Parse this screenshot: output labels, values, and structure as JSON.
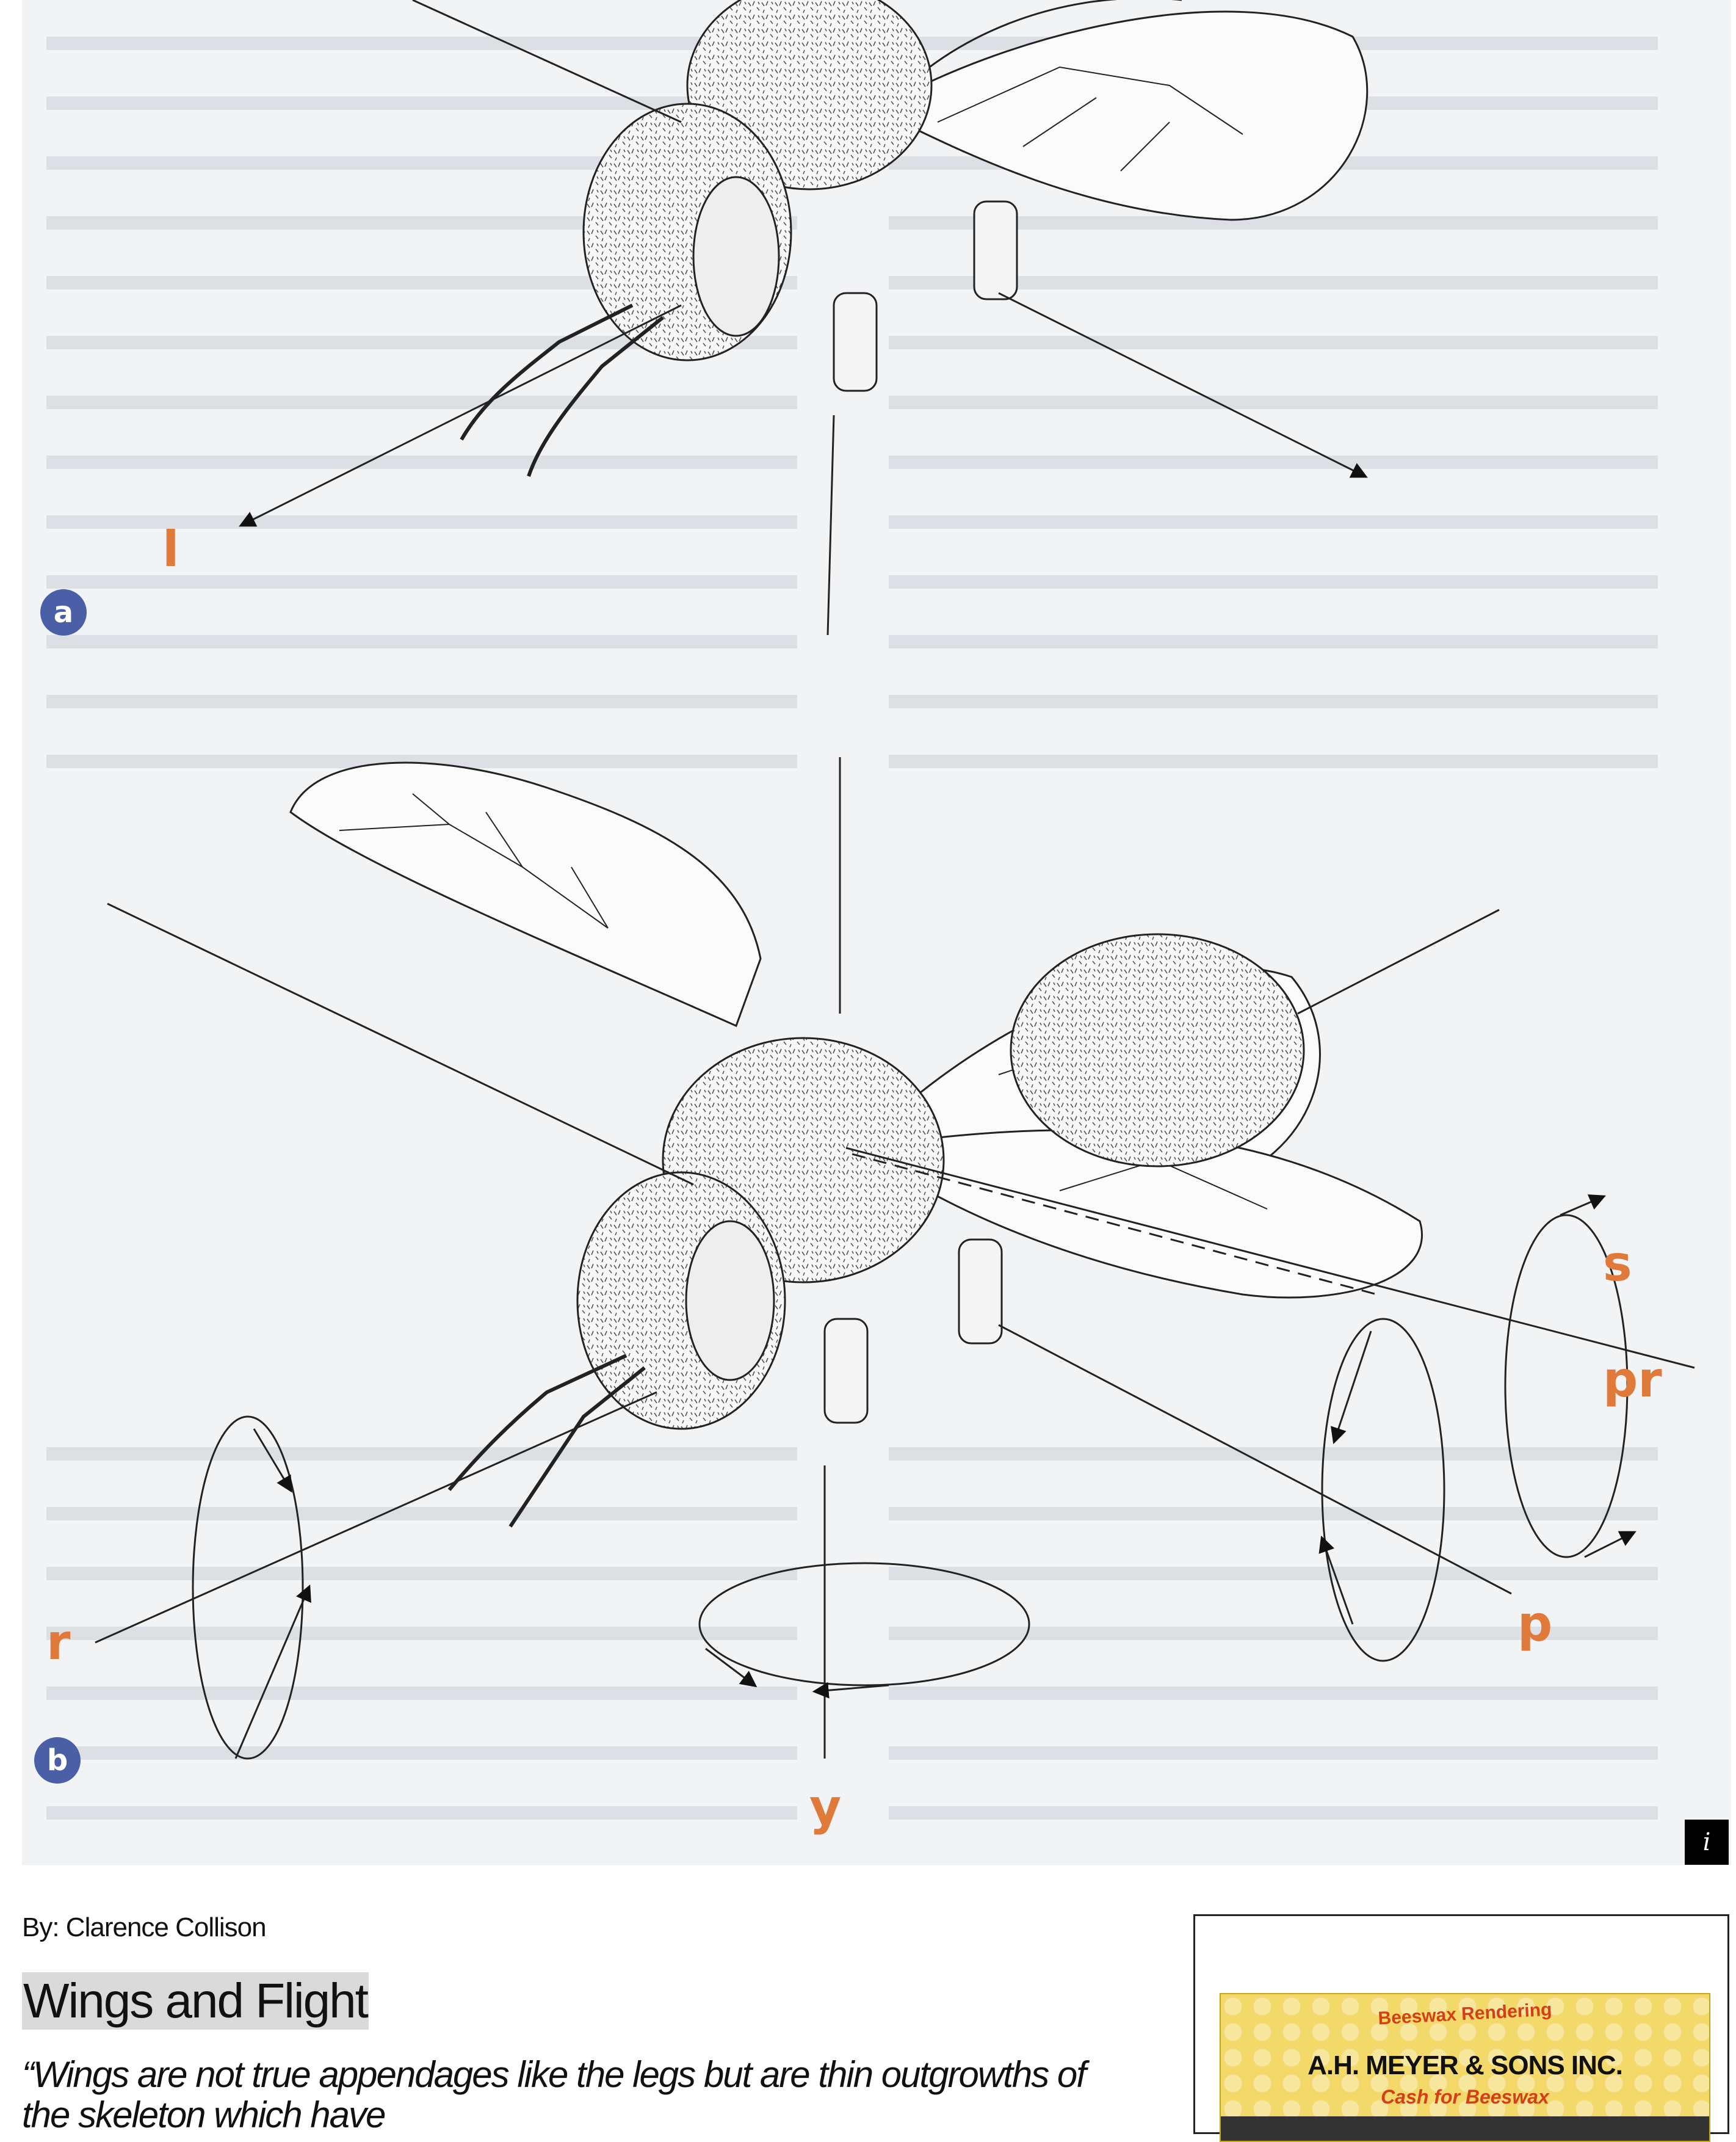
{
  "figure": {
    "badges": {
      "a": "a",
      "b": "b"
    },
    "axis_labels": {
      "l": "l",
      "s": "s",
      "pr": "pr",
      "p": "p",
      "r": "r",
      "y": "y"
    },
    "info_button": "i"
  },
  "article": {
    "byline": "By: Clarence Collison",
    "title": "Wings and Flight",
    "quote": "“Wings are not true appendages like the legs but are thin outgrowths of the skeleton which have"
  },
  "ad": {
    "tagline": "Beeswax Rendering",
    "company": "A.H. MEYER & SONS INC.",
    "offer": "Cash for Beeswax"
  },
  "colors": {
    "label_orange": "#e07a3a",
    "badge_blue": "#4a5fa5",
    "title_highlight": "#dadada"
  }
}
